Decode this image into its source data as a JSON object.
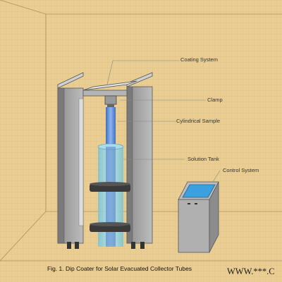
{
  "labels": {
    "coating_system": "Coating System",
    "clamp": "Clamp",
    "cylindrical_sample": "Cylindrical Sample",
    "solution_tank": "Solution Tank",
    "control_system": "Control System"
  },
  "caption": "Fig. 1. Dip Coater for Solar Evacuated Collector Tubes",
  "watermark": "WWW.***.C",
  "colors": {
    "background": "#e9cd92",
    "grid": "#d8b878",
    "frame_body": "#a8a8a8",
    "frame_dark": "#555555",
    "sample_beam": "#6a8fd0",
    "tank": "#8fd0e0",
    "band": "#3a3a3a",
    "screen": "#3aa0e0"
  }
}
